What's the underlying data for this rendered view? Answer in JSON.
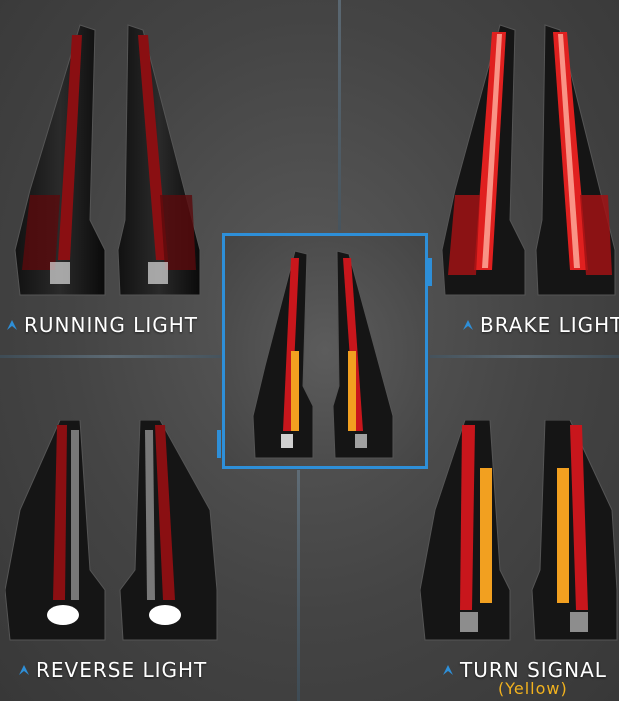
{
  "labels": {
    "running": "RUNNING LIGHT",
    "brake": "BRAKE LIGHT",
    "reverse": "REVERSE LIGHT",
    "turn": "TURN SIGNAL",
    "turn_sub": "(Yellow)"
  },
  "icons": {
    "label_arrow": "chevron-up-icon"
  },
  "colors": {
    "accent": "#2e8fd8",
    "red_lamp": "#c8161c",
    "amber_lamp": "#f2a020",
    "white_lamp": "#ffffff"
  }
}
